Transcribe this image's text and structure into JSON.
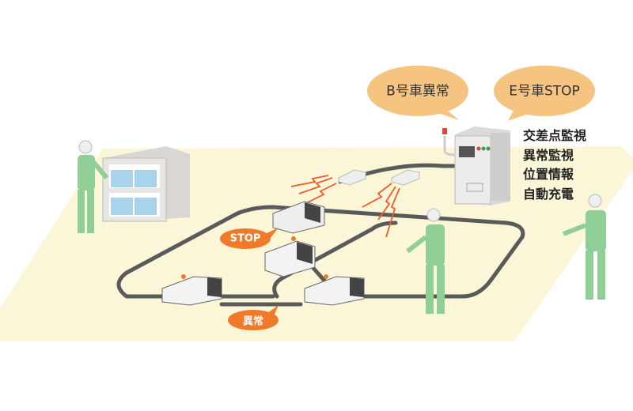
{
  "bubbles": {
    "b_car": "B号車異常",
    "e_car": "E号車STOP"
  },
  "functions": [
    "交差点監視",
    "異常監視",
    "位置情報",
    "自動充電"
  ],
  "badges": {
    "stop": "STOP",
    "abnormal": "異常"
  },
  "colors": {
    "floor": "#fbf6d8",
    "track": "#5a5a5a",
    "bubble": "#f6c481",
    "badge": "#ee7a2a",
    "worker": "#8fcf95",
    "signal": "#f05a28"
  }
}
